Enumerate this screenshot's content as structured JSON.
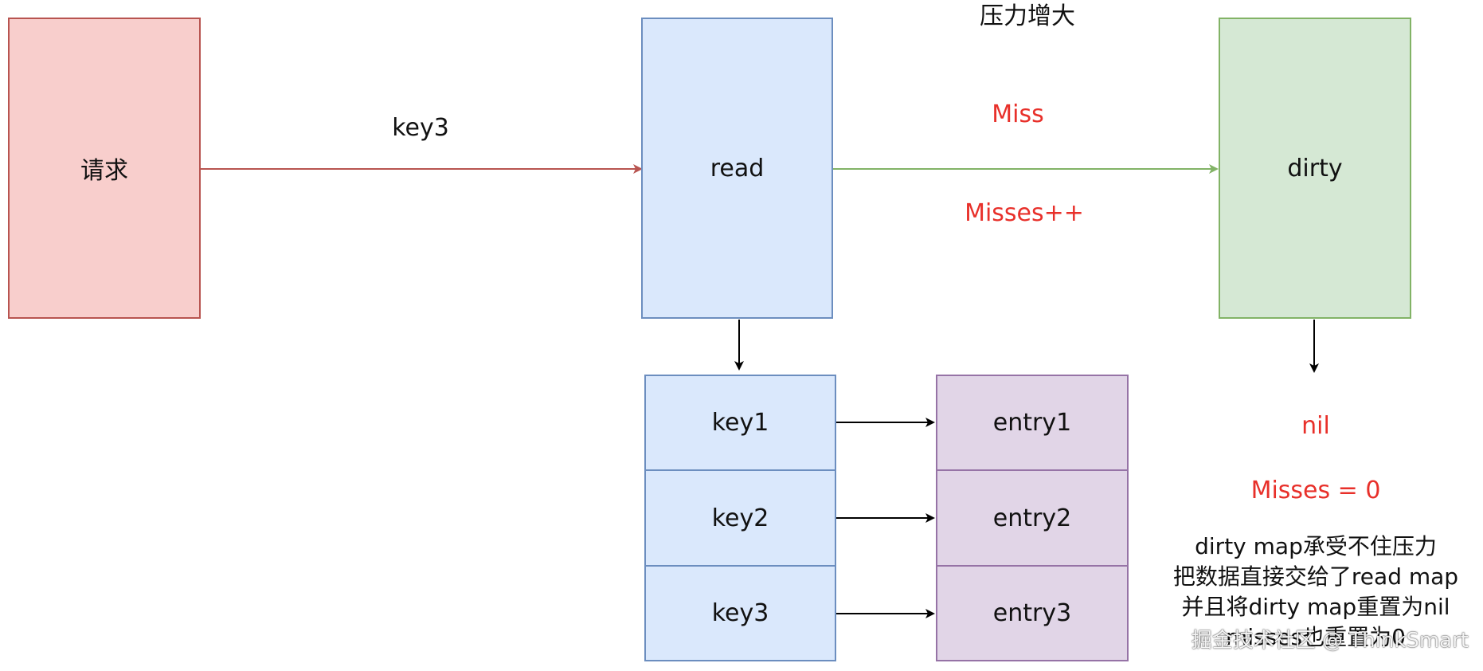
{
  "nodes": {
    "request": "请求",
    "read": "read",
    "dirty": "dirty"
  },
  "edges": {
    "request_to_read": "key3",
    "read_to_dirty_top": "Miss",
    "read_to_dirty_bottom": "Misses++",
    "pressure": "压力增大"
  },
  "read_map": {
    "keys": [
      "key1",
      "key2",
      "key3"
    ],
    "entries": [
      "entry1",
      "entry2",
      "entry3"
    ]
  },
  "dirty_result": {
    "value": "nil",
    "misses": "Misses = 0"
  },
  "note_lines": [
    "dirty map承受不住压力",
    "把数据直接交给了read map",
    "并且将dirty map重置为nil",
    "misses也重置为0"
  ],
  "watermark": "掘金技术社区 @ ThinkSmart",
  "colors": {
    "request_fill": "#f8cecc",
    "read_fill": "#dae8fc",
    "dirty_fill": "#d5e8d4",
    "entry_fill": "#e1d5e7",
    "highlight_text": "#e8302a",
    "arrow_request": "#b85450",
    "arrow_dirty": "#82b366",
    "arrow_default": "#000000"
  }
}
